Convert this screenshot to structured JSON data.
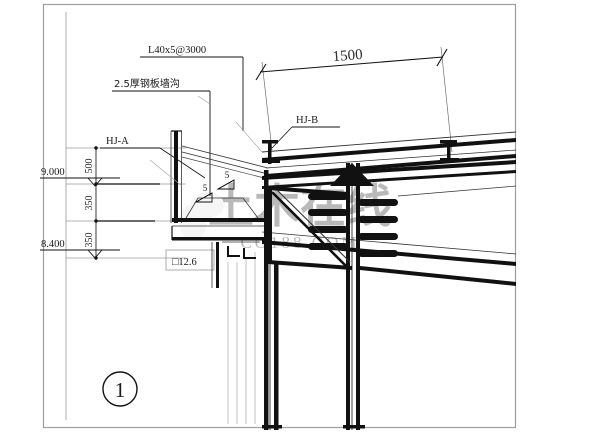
{
  "drawing": {
    "title_marker": "1",
    "frame": {
      "border_color": "#9a9a9a"
    },
    "watermark": {
      "text": "土木在线",
      "subtext": "CO188.COM",
      "color": "#d8d8d8"
    }
  },
  "labels": {
    "angle_spec": "L40x5@3000",
    "gutter_note": "2.5厚钢板墙沟",
    "beam_a": "HJ-A",
    "beam_b": "HJ-B",
    "channel_spec": "□12.6"
  },
  "elevations": [
    {
      "name": "upper-elevation",
      "value": "9.000"
    },
    {
      "name": "lower-elevation",
      "value": "8.400"
    }
  ],
  "dimensions": {
    "vertical": [
      {
        "name": "dim-500",
        "value": "500"
      },
      {
        "name": "dim-350-upper",
        "value": "350"
      },
      {
        "name": "dim-350-lower",
        "value": "350"
      }
    ],
    "horizontal": [
      {
        "name": "dim-1500",
        "value": "1500"
      }
    ]
  },
  "slopes": [
    {
      "name": "slope-marker-upper",
      "value": "5"
    },
    {
      "name": "slope-marker-lower",
      "value": "5"
    }
  ],
  "colors": {
    "line": "#111111",
    "thin_line": "#333333",
    "frame": "#9e9e9e",
    "text": "#1a1a1a"
  }
}
